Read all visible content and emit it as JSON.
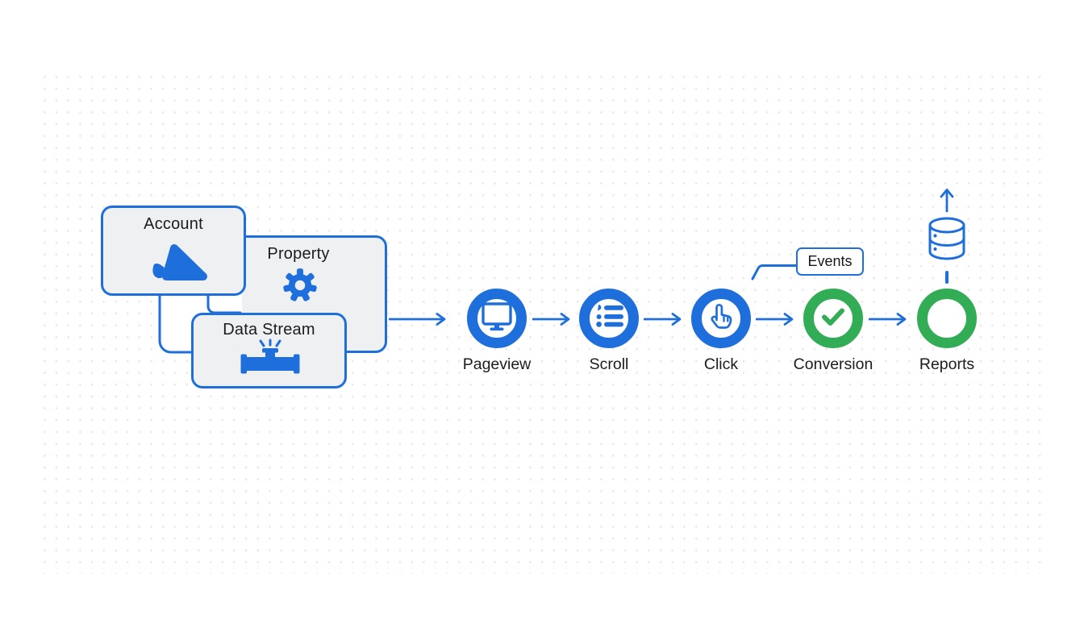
{
  "colors": {
    "blue": "#1e6fdb",
    "green": "#32ad55",
    "box_fill": "#eef0f1",
    "text": "#1b1c1e",
    "background": "#ffffff",
    "dot": "#e6e7e9"
  },
  "hierarchy": {
    "account": {
      "label": "Account",
      "icon": "analytics-logo-icon"
    },
    "property": {
      "label": "Property",
      "icon": "gear-icon"
    },
    "data_stream": {
      "label": "Data Stream",
      "icon": "pipe-icon"
    }
  },
  "flow": {
    "nodes": [
      {
        "label": "Pageview",
        "icon": "monitor-icon",
        "ring": "blue"
      },
      {
        "label": "Scroll",
        "icon": "list-icon",
        "ring": "blue"
      },
      {
        "label": "Click",
        "icon": "pointer-hand-icon",
        "ring": "blue"
      },
      {
        "label": "Conversion",
        "icon": "check-icon",
        "ring": "green"
      },
      {
        "label": "Reports",
        "icon": "none",
        "ring": "green"
      }
    ]
  },
  "events_tag": {
    "label": "Events"
  },
  "storage": {
    "icon": "database-icon"
  }
}
